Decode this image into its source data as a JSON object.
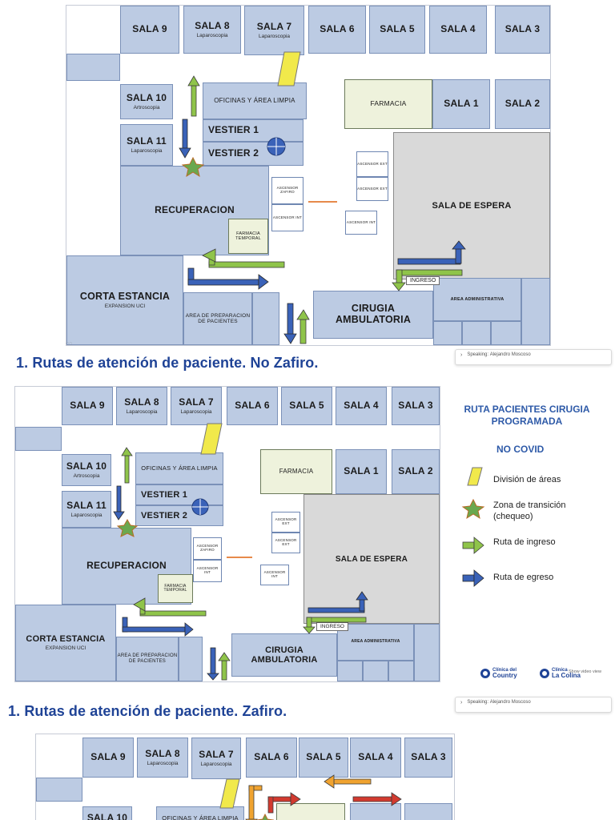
{
  "colors": {
    "room_fill": "#bccbe3",
    "room_border": "#7b91b8",
    "heading": "#1f4396",
    "green_route": "#8fc44a",
    "blue_route": "#3a62b8",
    "yellow_division": "#f1e94b",
    "star": "#6aa84f",
    "red_route": "#d23a2f",
    "orange_route": "#f0a330"
  },
  "plan": {
    "sala9": "SALA 9",
    "sala8": "SALA 8",
    "sala8_sub": "Laparoscopia",
    "sala7": "SALA 7",
    "sala7_sub": "Laparoscopia",
    "sala6": "SALA 6",
    "sala5": "SALA 5",
    "sala4": "SALA 4",
    "sala3": "SALA 3",
    "sala10": "SALA 10",
    "sala10_sub": "Artroscopia",
    "sala11": "SALA 11",
    "sala11_sub": "Laparoscopia",
    "oficinas": "OFICINAS Y ÁREA LIMPIA",
    "vestier1": "VESTIER 1",
    "vestier2": "VESTIER 2",
    "farmacia": "FARMACIA",
    "sala1": "SALA 1",
    "sala2": "SALA 2",
    "ascensor_zafiro": "ASCENSOR ZAFIRO",
    "ascensor_int": "ASCENSOR INT",
    "ascensor_ext": "ASCENSOR EXT",
    "recuperacion": "RECUPERACION",
    "farmacia_temporal": "FARMACIA TEMPORAL",
    "sala_espera": "SALA DE ESPERA",
    "ingreso": "INGRESO",
    "area_admin": "AREA ADMINISTRATIVA",
    "corta_estancia": "CORTA ESTANCIA",
    "expansion_uci": "EXPANSION UCI",
    "area_preparacion": "AREA DE PREPARACION DE PACIENTES",
    "cirugia_ambulatoria": "CIRUGIA AMBULATORIA"
  },
  "slides": {
    "heading1": "1. Rutas de atención de paciente. No Zafiro.",
    "heading2": "1.  Rutas de atención de paciente. Zafiro."
  },
  "speaking": {
    "label": "Speaking:",
    "name": "Alejandro Moscoso"
  },
  "legend": {
    "title": "RUTA PACIENTES CIRUGIA PROGRAMADA",
    "subtitle": "NO COVID",
    "items": [
      {
        "label": "División de áreas",
        "icon": "yellow-bar"
      },
      {
        "label": "Zona de transición (chequeo)",
        "icon": "green-star"
      },
      {
        "label": "Ruta de ingreso",
        "icon": "green-arrow"
      },
      {
        "label": "Ruta de egreso",
        "icon": "blue-arrow"
      }
    ]
  },
  "logos": {
    "country_a": "Clínica del",
    "country_b": "Country",
    "colina_a": "Clínica",
    "colina_b": "La Colina",
    "show_video": "Show video view"
  }
}
